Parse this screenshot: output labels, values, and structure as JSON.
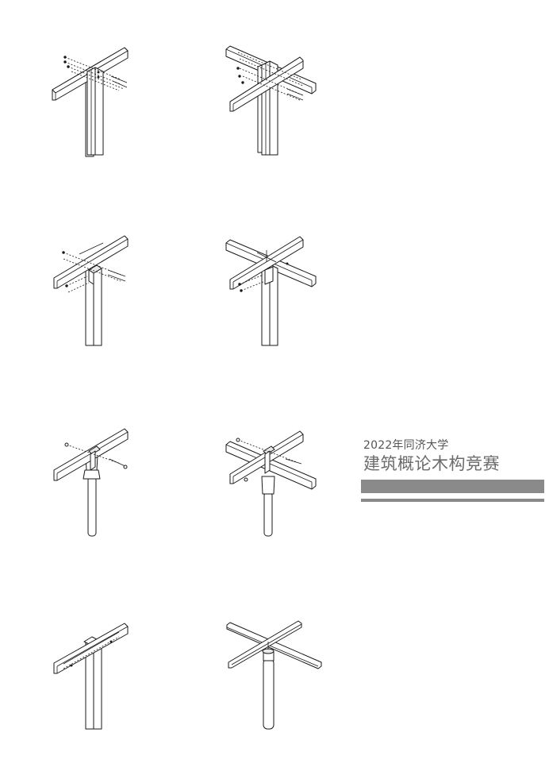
{
  "title_block": {
    "year_school": "2022年同济大学",
    "course": "建筑概论木构竞赛"
  },
  "colors": {
    "line": "#1a1a1a",
    "fill": "#ffffff",
    "bar": "#8a8a8a",
    "text_primary": "#6b6b6b",
    "text_secondary": "#555555"
  },
  "details": [
    {
      "id": "detail-1",
      "connection": "bolted-double-post-single-beam"
    },
    {
      "id": "detail-2",
      "connection": "bolted-double-post-cross-beam"
    },
    {
      "id": "detail-3",
      "connection": "steel-plate-single-beam"
    },
    {
      "id": "detail-4",
      "connection": "steel-plate-cross-beam"
    },
    {
      "id": "detail-5",
      "connection": "round-post-bolted-single-beam"
    },
    {
      "id": "detail-6",
      "connection": "round-post-bolted-cross-beam"
    },
    {
      "id": "detail-7",
      "connection": "post-cap-single-beam"
    },
    {
      "id": "detail-8",
      "connection": "round-post-cross-frame"
    }
  ]
}
